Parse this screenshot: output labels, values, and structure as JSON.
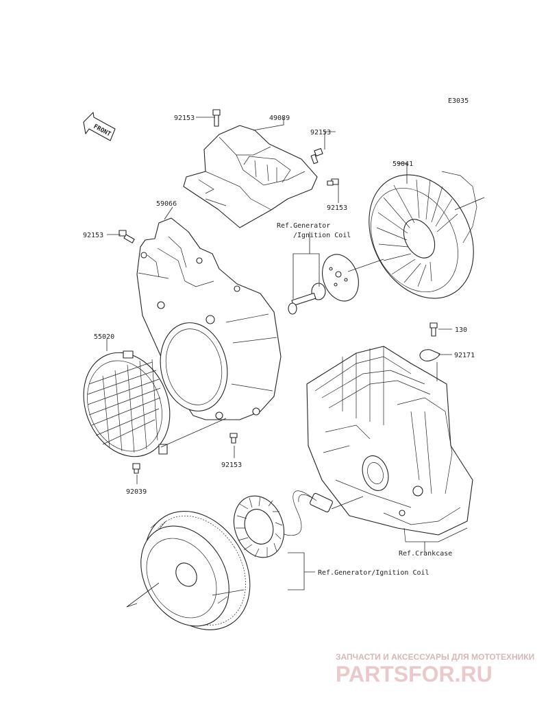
{
  "diagram": {
    "code": "E3035",
    "front_label": "FRONT",
    "labels": {
      "bolt_top_left": "92153",
      "cover_top": "49089",
      "bolt_top_right": "92153",
      "bolt_cover_lower": "92153",
      "flywheel_fan": "59041",
      "shroud": "59066",
      "bolt_shroud_left": "92153",
      "ref_gen_line1": "Ref.Generator",
      "ref_gen_line2": "/Ignition Coil",
      "screen": "55020",
      "bolt_130": "130",
      "clamp": "92171",
      "bolt_shroud_bottom": "92153",
      "screw_screen": "92039",
      "ref_crankcase": "Ref.Crankcase",
      "ref_gen_coil": "Ref.Generator/Ignition Coil"
    }
  },
  "watermark": {
    "tagline": "ЗАПЧАСТИ И АКСЕССУАРЫ ДЛЯ МОТОТЕХНИКИ",
    "brand": "PARTSFOR.RU"
  }
}
